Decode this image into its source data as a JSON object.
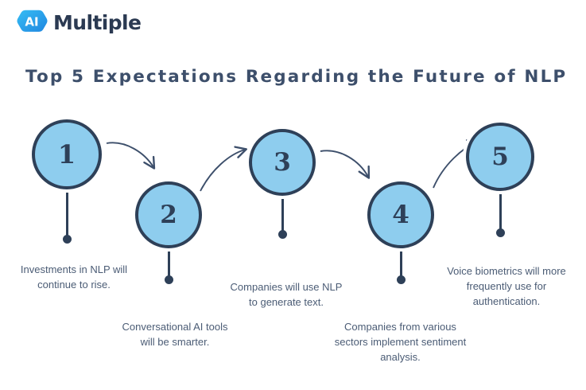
{
  "brand": {
    "mark_text": "AI",
    "word": "Multiple",
    "mark_color": "#29a7e8",
    "word_color": "#2b3a52"
  },
  "title": "Top 5 Expectations Regarding the Future of NLP",
  "colors": {
    "circle_fill": "#8ecdee",
    "outline": "#2e4058",
    "text": "#4b5c75",
    "title": "#3d4f6b",
    "background": "#ffffff"
  },
  "chart_data": {
    "type": "diagram",
    "subtype": "numbered-step-flow",
    "title": "Top 5 Expectations Regarding the Future of NLP",
    "step_count": 5,
    "steps": [
      {
        "number": "1",
        "text": "Investments in NLP will continue to rise."
      },
      {
        "number": "2",
        "text": "Conversational AI tools will be smarter."
      },
      {
        "number": "3",
        "text": "Companies will use NLP to generate text."
      },
      {
        "number": "4",
        "text": "Companies from various sectors implement sentiment analysis."
      },
      {
        "number": "5",
        "text": "Voice biometrics will more frequently use for authentication."
      }
    ],
    "connections": [
      "1 → 2",
      "2 → 3",
      "3 → 4",
      "4 → 5"
    ]
  },
  "nodes": [
    {
      "number": "1",
      "caption_line1": "Investments in NLP will",
      "caption_line2": "continue to rise.",
      "caption_line3": ""
    },
    {
      "number": "2",
      "caption_line1": "Conversational AI tools",
      "caption_line2": "will be smarter.",
      "caption_line3": ""
    },
    {
      "number": "3",
      "caption_line1": "Companies will use NLP",
      "caption_line2": "to generate text.",
      "caption_line3": ""
    },
    {
      "number": "4",
      "caption_line1": "Companies from various",
      "caption_line2": "sectors implement sentiment",
      "caption_line3": "analysis."
    },
    {
      "number": "5",
      "caption_line1": "Voice biometrics will more",
      "caption_line2": "frequently use for",
      "caption_line3": "authentication."
    }
  ]
}
